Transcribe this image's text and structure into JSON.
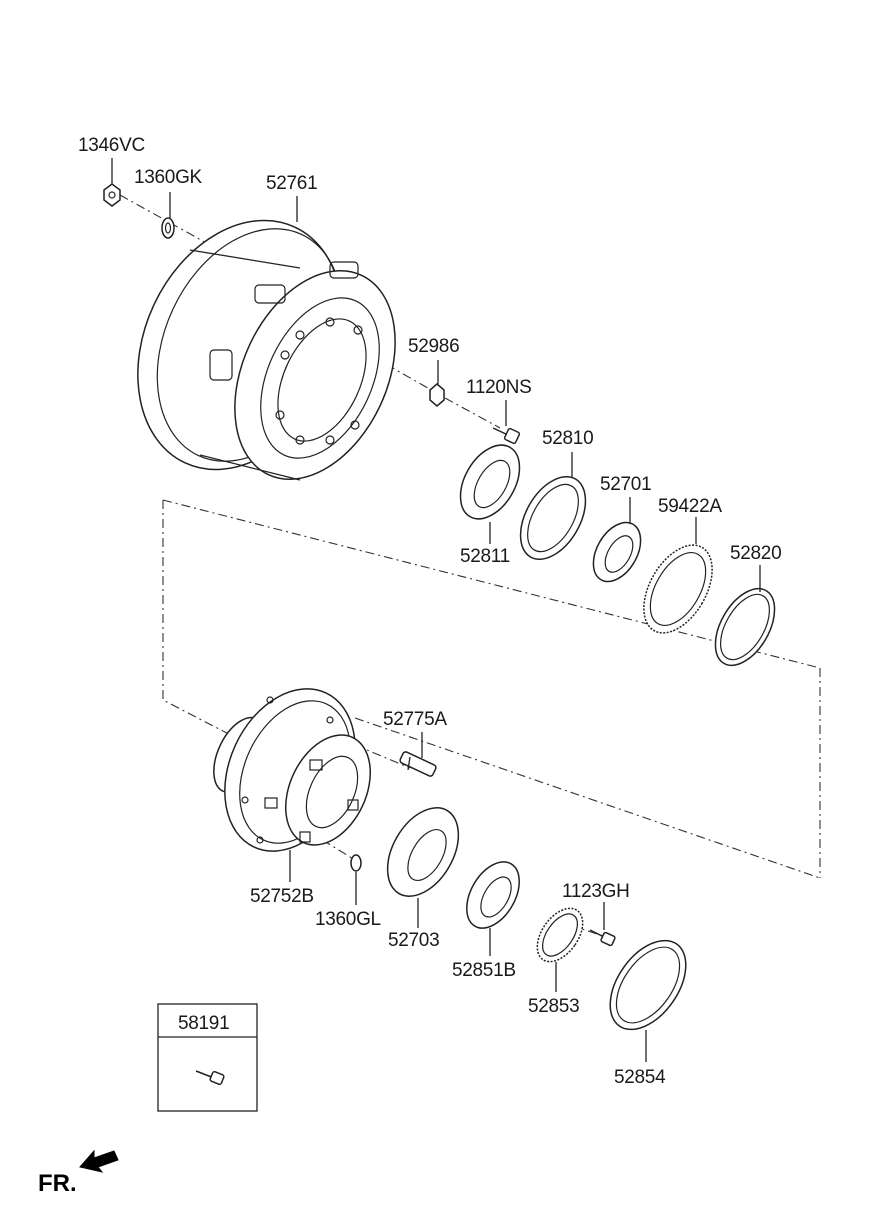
{
  "parts": {
    "p1346VC": "1346VC",
    "p1360GK": "1360GK",
    "p52761": "52761",
    "p52986": "52986",
    "p1120NS": "1120NS",
    "p52810": "52810",
    "p52811": "52811",
    "p52701": "52701",
    "p59422A": "59422A",
    "p52820": "52820",
    "p52775A": "52775A",
    "p52752B": "52752B",
    "p1360GL": "1360GL",
    "p52703": "52703",
    "p52851B": "52851B",
    "p1123GH": "1123GH",
    "p52853": "52853",
    "p52854": "52854",
    "p58191": "58191"
  },
  "direction_label": "FR."
}
